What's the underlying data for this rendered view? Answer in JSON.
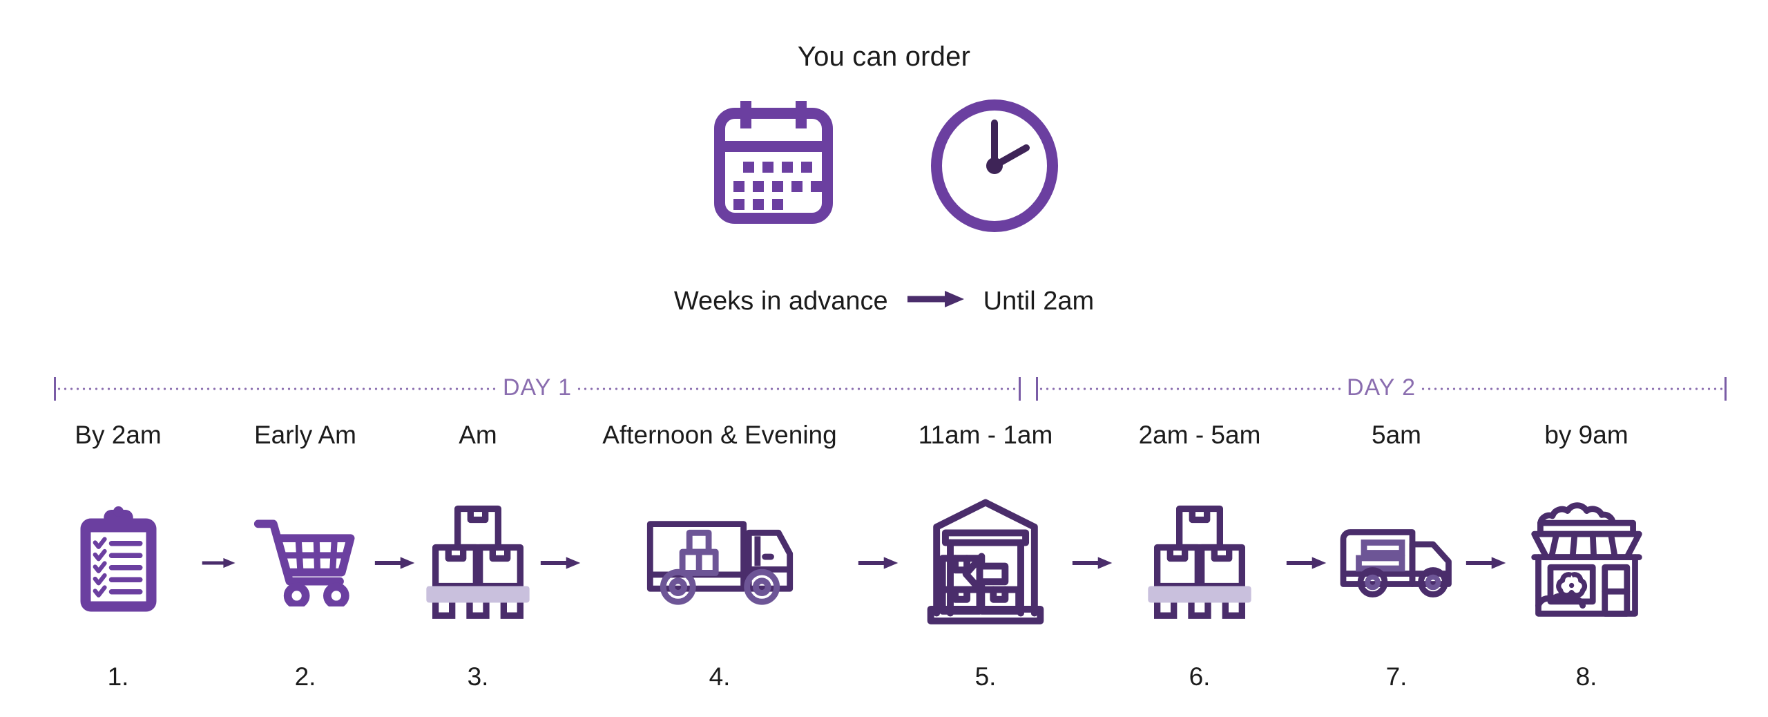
{
  "header": {
    "title": "You can order",
    "icons": [
      {
        "name": "calendar-icon",
        "label": "calendar"
      },
      {
        "name": "clock-icon",
        "label": "clock"
      }
    ],
    "caption_left": "Weeks in advance",
    "caption_arrow": "arrow-right-icon",
    "caption_right": "Until 2am"
  },
  "timeline": {
    "days": [
      {
        "label": "DAY 1"
      },
      {
        "label": "DAY 2"
      }
    ],
    "divider_color": "#8a6daf"
  },
  "colors": {
    "brand_purple": "#6B3FA0",
    "outline_purple": "#4A2D6B",
    "mid_purple": "#6d5596",
    "light_purple": "#c9c0dd",
    "day_label": "#8a6daf",
    "text": "#1b1b1b",
    "background": "#ffffff"
  },
  "steps": [
    {
      "number": "1.",
      "time": "By 2am",
      "icon": "clipboard-checklist-icon",
      "day": "DAY 1"
    },
    {
      "number": "2.",
      "time": "Early Am",
      "icon": "shopping-cart-icon",
      "day": "DAY 1"
    },
    {
      "number": "3.",
      "time": "Am",
      "icon": "boxes-on-pallet-icon",
      "day": "DAY 1"
    },
    {
      "number": "4.",
      "time": "Afternoon & Evening",
      "icon": "delivery-truck-icon",
      "day": "DAY 1"
    },
    {
      "number": "5.",
      "time": "11am - 1am",
      "icon": "warehouse-inbound-icon",
      "day": "DAY 1"
    },
    {
      "number": "6.",
      "time": "2am - 5am",
      "icon": "boxes-on-pallet-icon",
      "day": "DAY 2"
    },
    {
      "number": "7.",
      "time": "5am",
      "icon": "delivery-van-icon",
      "day": "DAY 2"
    },
    {
      "number": "8.",
      "time": "by 9am",
      "icon": "flower-shop-icon",
      "day": "DAY 2"
    }
  ],
  "connectors": {
    "icon": "arrow-right-icon",
    "count": 7
  }
}
